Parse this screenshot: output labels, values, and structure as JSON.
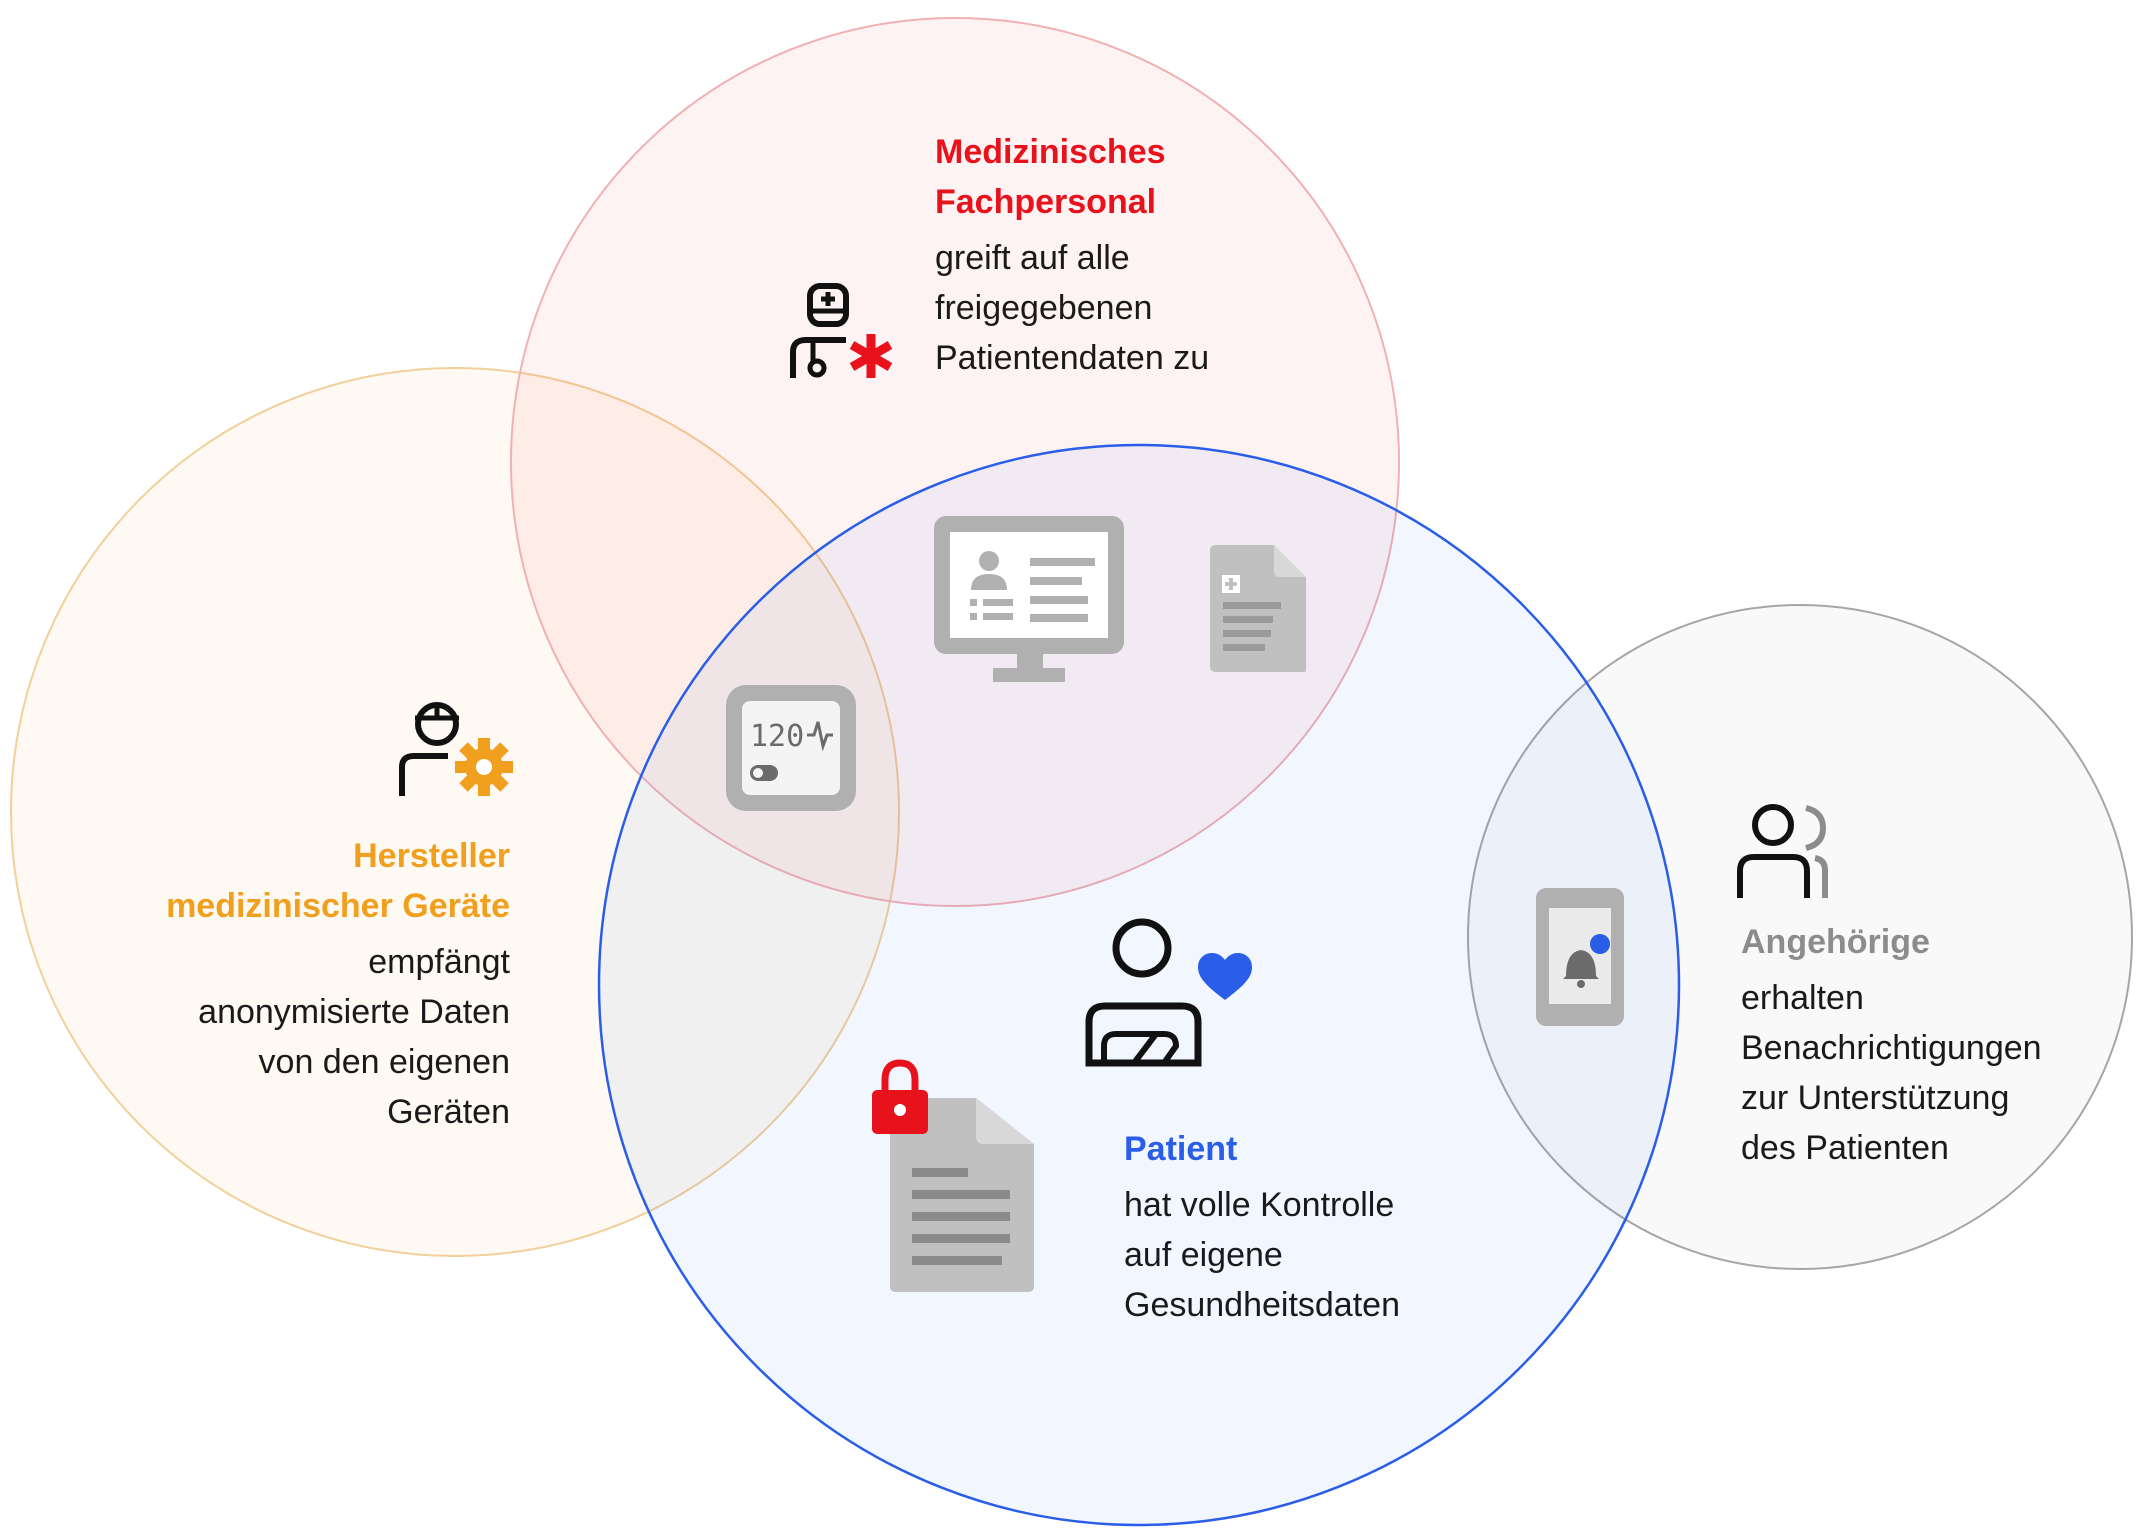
{
  "colors": {
    "medical": "#e8121c",
    "manufacturer": "#f0a01e",
    "patient": "#2a5ee8",
    "relatives": "#8c8c8c",
    "icon_gray": "#b0b0b0",
    "icon_dark": "#111111"
  },
  "medical": {
    "title": "Medizinisches\nFachpersonal",
    "description": "greift auf alle\nfreigegebenen\nPatientendaten zu",
    "icon": "doctor-with-asterisk-icon"
  },
  "manufacturer": {
    "title": "Hersteller\nmedizinischer Geräte",
    "description": "empfängt\nanonymisierte Daten\nvon den eigenen\nGeräten",
    "icon": "engineer-with-gear-icon"
  },
  "patient": {
    "title": "Patient",
    "description": "hat volle Kontrolle\nauf eigene\nGesundheitsdaten",
    "icon": "patient-with-heart-icon"
  },
  "relatives": {
    "title": "Angehörige",
    "description": "erhalten\nBenachrichtigungen\nzur Unterstützung\ndes Patienten",
    "icon": "people-icon"
  },
  "devices": {
    "blood_pressure_reading": "120",
    "monitor_icon": "patient-record-monitor-icon",
    "medical_document_icon": "medical-document-icon",
    "locked_document_icon": "locked-document-icon",
    "phone_icon": "phone-notification-icon"
  }
}
